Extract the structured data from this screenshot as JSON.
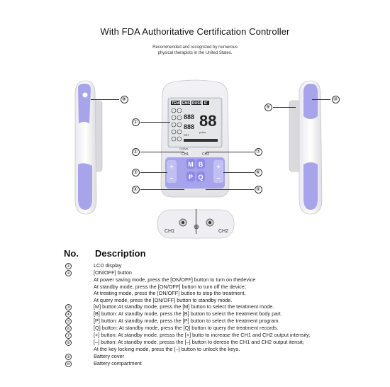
{
  "header": {
    "title": "With FDA Authoritative Certification Controller",
    "subtitle_line1": "Recommended and recognized by numerous",
    "subtitle_line2": "physical therapists in the United States."
  },
  "device": {
    "lcd_modes": [
      "TENS",
      "EMS",
      "RUSS",
      "IF"
    ],
    "big_digits": "88",
    "brand": "Guffyis",
    "buttons": {
      "m": "M",
      "b": "B",
      "p": "P",
      "q": "Q",
      "plus": "+",
      "minus": "–"
    },
    "ch1_label": "CH1",
    "ch2_label": "CH2",
    "lcd_small1": "888",
    "lcd_small2": "888",
    "lcd_set": "SET",
    "lcd_pulse": "pulse"
  },
  "callouts": [
    "①",
    "②",
    "③",
    "④",
    "⑤",
    "⑥",
    "⑦",
    "⑧",
    "⑨",
    "⑩"
  ],
  "table": {
    "col_no": "No.",
    "col_desc": "Description",
    "rows": [
      {
        "num": "①",
        "text": "LCD display"
      },
      {
        "num": "②",
        "text": "[ON/OFF] button"
      },
      {
        "num": "",
        "text": "At power saving mode, press the [ON/OFF] button to turn on thedevice"
      },
      {
        "num": "",
        "text": "At standby mode, press the [ON/OFF] button to turn off the device;"
      },
      {
        "num": "",
        "text": "At treating mode, press the [ON/OFF] button to stop the treatment,"
      },
      {
        "num": "",
        "text": "At query mode, press the [ON/OFF] button to standby mode."
      },
      {
        "num": "③",
        "text": "[M] button:At standby mode, press the [M] button to select the teratment mode."
      },
      {
        "num": "④",
        "text": "[B] button: At standby mode, press the [B] button to select the treatment body part."
      },
      {
        "num": "⑤",
        "text": "[P] button: At standby mode, press the [P] button to select the treatment program."
      },
      {
        "num": "⑥",
        "text": "[Q] button: At standby mode, press the [Q] button to query the treatment records."
      },
      {
        "num": "⑦",
        "text": "[+] button: At standby mode, presss the [+] butto to increase the CH1 and CH2 output intensity;"
      },
      {
        "num": "⑧",
        "text": "[–] button: At standby mode, presss the [–] button to derese the CH1 and CH2 output itensit;"
      },
      {
        "num": "",
        "text": "At the key locking mode, press the [–] button to unlock the keys."
      },
      {
        "num": "⑨",
        "text": "Battery cover"
      },
      {
        "num": "⑩",
        "text": "Battery compartment"
      }
    ]
  }
}
